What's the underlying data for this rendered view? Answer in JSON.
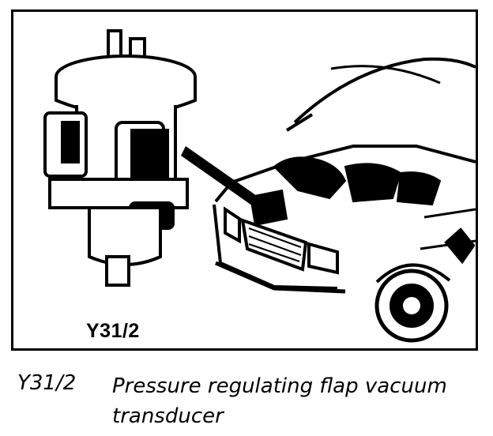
{
  "figure": {
    "part_label": "Y31/2",
    "caption_code": "Y31/2",
    "caption_text": "Pressure regulating flap vacuum transducer",
    "colors": {
      "ink": "#000000",
      "paper": "#ffffff"
    },
    "icons": [
      "vacuum-transducer-illustration",
      "car-engine-bay-illustration",
      "pointer-arrow"
    ]
  }
}
